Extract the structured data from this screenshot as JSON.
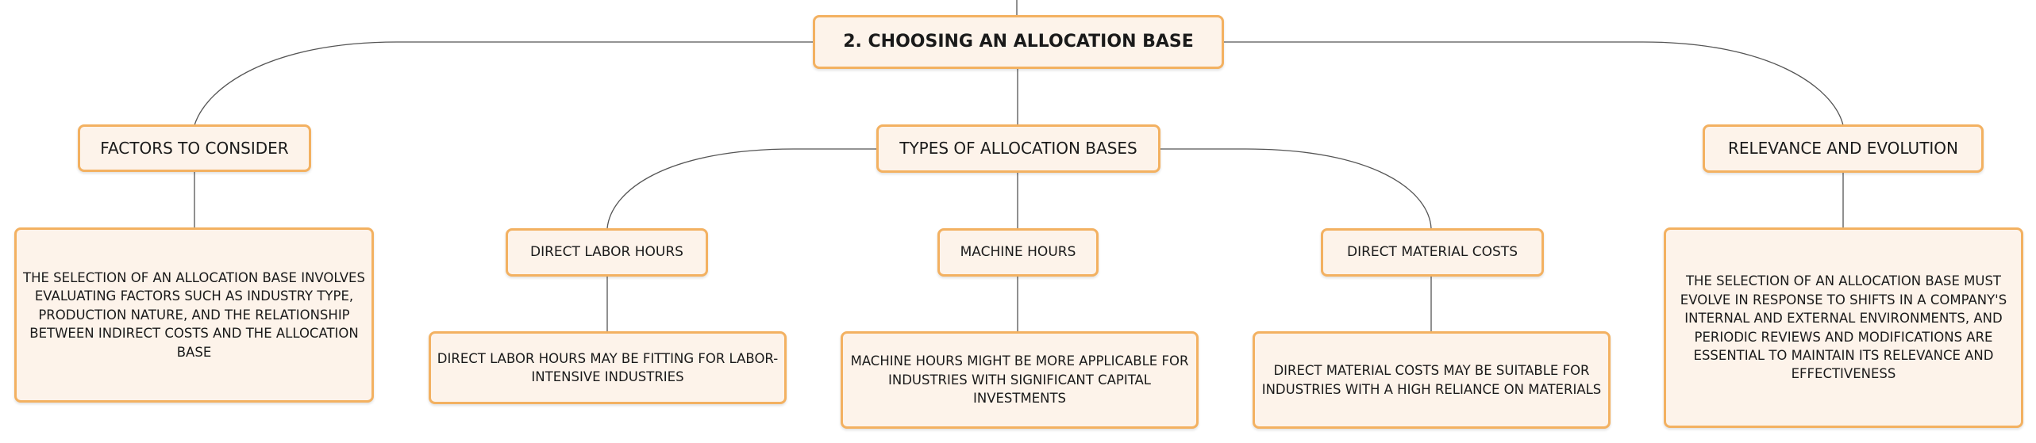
{
  "diagram": {
    "root": {
      "label": "2. CHOOSING AN ALLOCATION BASE"
    },
    "factors": {
      "label": "FACTORS TO CONSIDER",
      "detail": "THE SELECTION OF AN ALLOCATION BASE INVOLVES EVALUATING FACTORS SUCH AS INDUSTRY TYPE, PRODUCTION NATURE, AND THE RELATIONSHIP BETWEEN INDIRECT COSTS AND THE ALLOCATION BASE"
    },
    "types": {
      "label": "TYPES OF ALLOCATION BASES",
      "children": [
        {
          "label": "DIRECT LABOR HOURS",
          "detail": "DIRECT LABOR HOURS MAY BE FITTING FOR LABOR-INTENSIVE INDUSTRIES"
        },
        {
          "label": "MACHINE HOURS",
          "detail": "MACHINE HOURS MIGHT BE MORE APPLICABLE FOR INDUSTRIES WITH SIGNIFICANT CAPITAL INVESTMENTS"
        },
        {
          "label": "DIRECT MATERIAL COSTS",
          "detail": "DIRECT MATERIAL COSTS MAY BE SUITABLE FOR INDUSTRIES WITH A HIGH RELIANCE ON MATERIALS"
        }
      ]
    },
    "relevance": {
      "label": "RELEVANCE AND EVOLUTION",
      "detail": "THE SELECTION OF AN ALLOCATION BASE MUST EVOLVE IN RESPONSE TO SHIFTS IN A COMPANY'S INTERNAL AND EXTERNAL ENVIRONMENTS, AND PERIODIC REVIEWS AND MODIFICATIONS ARE ESSENTIAL TO MAINTAIN ITS RELEVANCE AND EFFECTIVENESS"
    }
  },
  "colors": {
    "node_fill": "#fdf3ea",
    "node_border": "#f3b161",
    "edge": "#555555"
  }
}
